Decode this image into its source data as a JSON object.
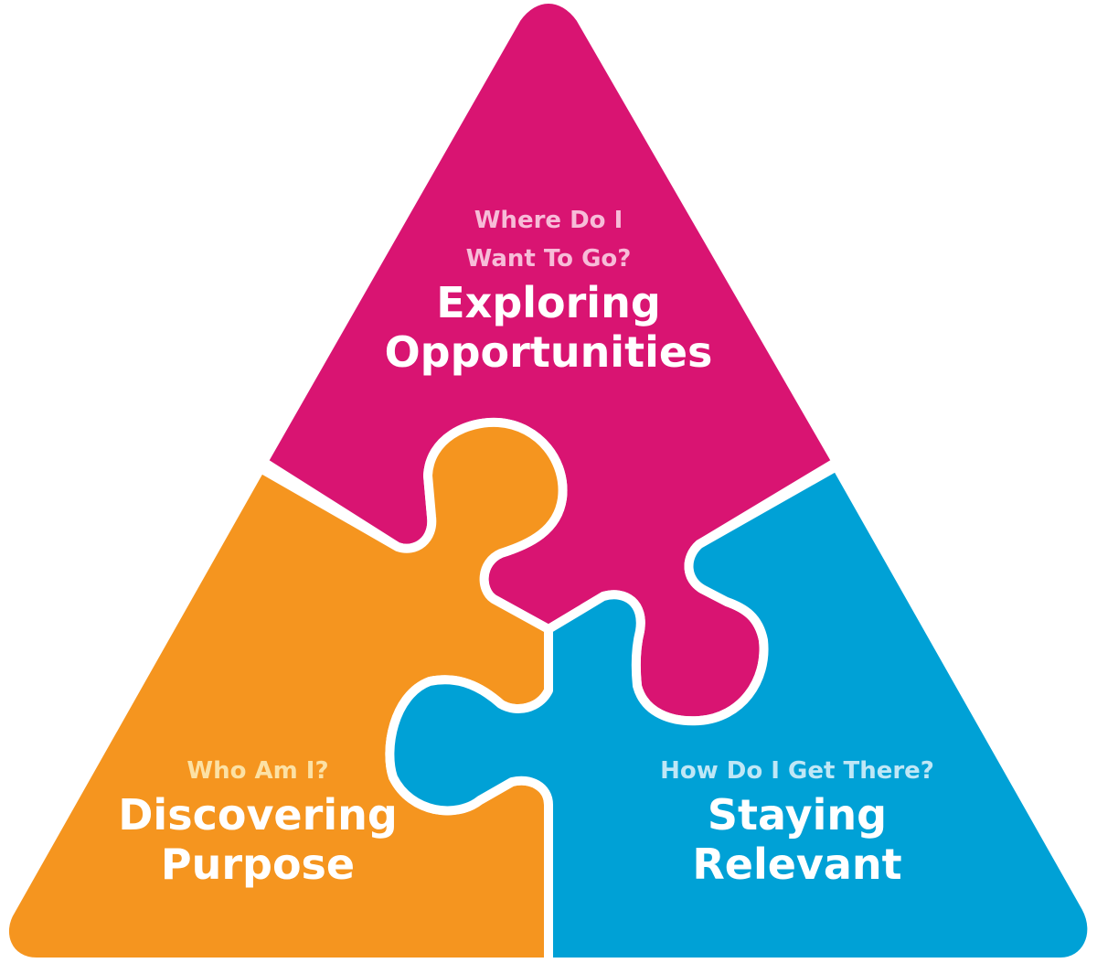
{
  "colors": {
    "top": "#D91472",
    "left": "#F5951F",
    "right": "#00A1D6",
    "top_sub": "#F7BCD8",
    "left_sub": "#FCE1A4",
    "right_sub": "#BFE7F6"
  },
  "pieces": {
    "top": {
      "question_line1": "Where Do I",
      "question_line2": "Want To Go?",
      "title_line1": "Exploring",
      "title_line2": "Opportunities"
    },
    "left": {
      "question": "Who Am I?",
      "title_line1": "Discovering",
      "title_line2": "Purpose"
    },
    "right": {
      "question": "How Do I Get There?",
      "title_line1": "Staying",
      "title_line2": "Relevant"
    }
  }
}
